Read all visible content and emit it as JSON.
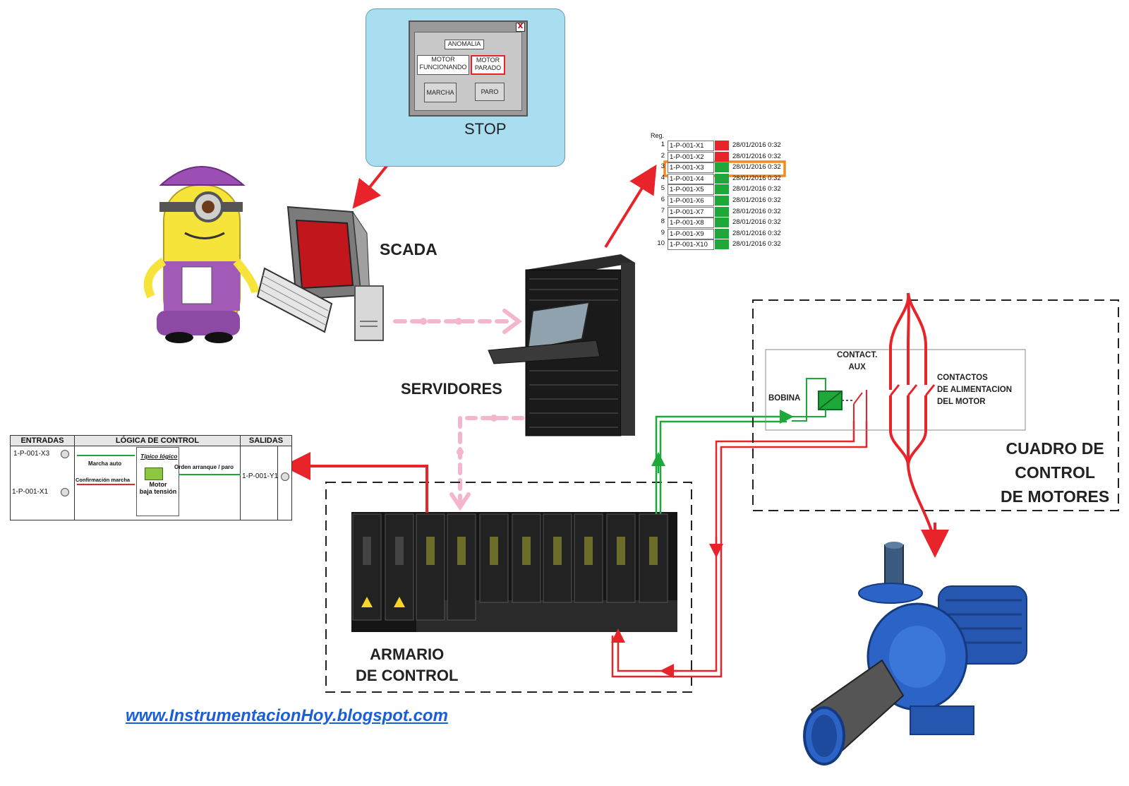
{
  "hmi": {
    "anomaly": "ANOMALIA",
    "motor_running": [
      "MOTOR",
      "FUNCIONANDO"
    ],
    "motor_stopped": [
      "MOTOR",
      "PARADO"
    ],
    "start": "MARCHA",
    "stop_btn": "PARO",
    "stop_label": "STOP",
    "close": "X"
  },
  "labels": {
    "scada": "SCADA",
    "servers": "SERVIDORES",
    "cabinet": [
      "ARMARIO",
      "DE CONTROL"
    ],
    "mcc": [
      "CUADRO DE",
      "CONTROL",
      "DE MOTORES"
    ],
    "coil": "BOBINA",
    "aux": [
      "CONTACT.",
      "AUX"
    ],
    "power": [
      "CONTACTOS",
      "DE ALIMENTACION",
      "DEL MOTOR"
    ],
    "website": "www.InstrumentacionHoy.blogspot.com"
  },
  "register": {
    "title": "Reg.",
    "rows": [
      {
        "n": "1",
        "id": "1-P-001-X1",
        "status": "red",
        "time": "28/01/2016 0:32"
      },
      {
        "n": "2",
        "id": "1-P-001-X2",
        "status": "red",
        "time": "28/01/2016 0:32"
      },
      {
        "n": "3",
        "id": "1-P-001-X3",
        "status": "green",
        "time": "28/01/2016 0:32"
      },
      {
        "n": "4",
        "id": "1-P-001-X4",
        "status": "green",
        "time": "28/01/2016 0:32"
      },
      {
        "n": "5",
        "id": "1-P-001-X5",
        "status": "green",
        "time": "28/01/2016 0:32"
      },
      {
        "n": "6",
        "id": "1-P-001-X6",
        "status": "green",
        "time": "28/01/2016 0:32"
      },
      {
        "n": "7",
        "id": "1-P-001-X7",
        "status": "green",
        "time": "28/01/2016 0:32"
      },
      {
        "n": "8",
        "id": "1-P-001-X8",
        "status": "green",
        "time": "28/01/2016 0:32"
      },
      {
        "n": "9",
        "id": "1-P-001-X9",
        "status": "green",
        "time": "28/01/2016 0:32"
      },
      {
        "n": "10",
        "id": "1-P-001-X10",
        "status": "green",
        "time": "28/01/2016 0:32"
      }
    ]
  },
  "logic": {
    "headers": [
      "ENTRADAS",
      "LÓGICA DE CONTROL",
      "SALIDAS"
    ],
    "in1": "1-P-001-X3",
    "in2": "1-P-001-X1",
    "out1": "1-P-001-Y1",
    "auto": "Marcha auto",
    "typical": "Típico lógico",
    "order": "Orden arranque / paro",
    "confirm": "Confirmación marcha",
    "motor": [
      "Motor",
      "baja tensión"
    ]
  },
  "colors": {
    "red": "#e8232a",
    "green": "#1fa83a",
    "orange": "#f08a24",
    "pink": "#f4b6cf",
    "hmi_bg": "#a9def0",
    "link": "#1a5fd6"
  }
}
